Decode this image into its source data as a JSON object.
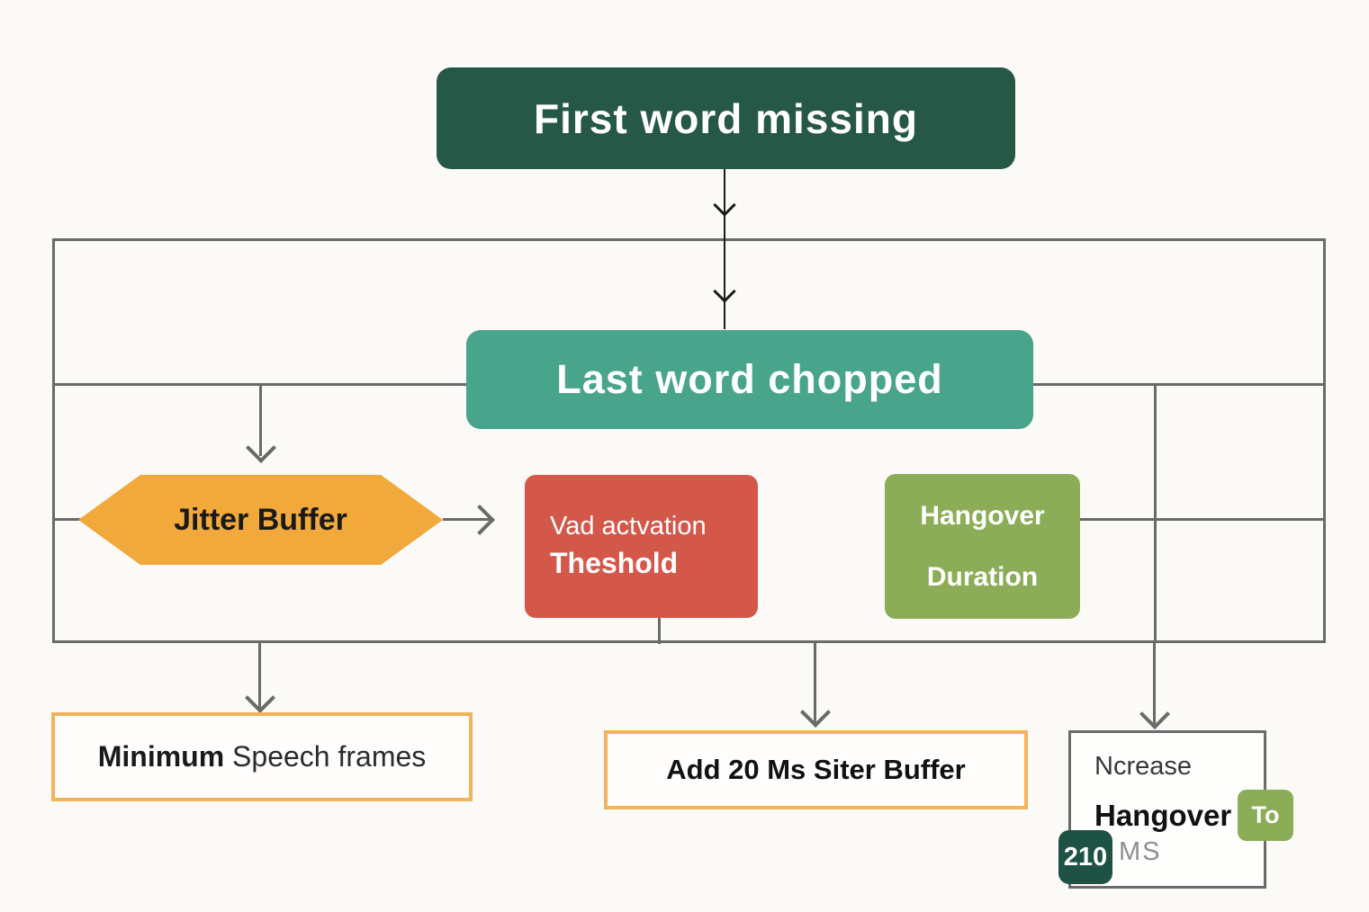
{
  "colors": {
    "background": "#FBFAF7",
    "grid_line": "#6A6A6A",
    "arrow_black": "#1C1C1C",
    "node_dark_green": "#265847",
    "node_teal": "#48A58C",
    "node_orange": "#F2A93C",
    "node_red": "#D3584A",
    "node_olive_green": "#8BAD57",
    "outlined_box_border": "#F2B45A",
    "badge_dark_green": "#1E5244"
  },
  "nodes": {
    "first_word": {
      "label": "First word missing"
    },
    "last_word": {
      "label": "Last word chopped"
    },
    "jitter_buffer": {
      "label": "Jitter Buffer"
    },
    "vad_threshold": {
      "line1": "Vad actvation",
      "line2": "Theshold"
    },
    "hangover_duration": {
      "line1": "Hangover",
      "line2": "Duration"
    },
    "min_speech_frames": {
      "label_bold": "Minimum",
      "label_regular": "Speech frames"
    },
    "add_jitter_buffer": {
      "label": "Add 20 Ms Siter Buffer"
    },
    "increase_hangover": {
      "line1": "Ncrease",
      "line2_bold": "Hangover",
      "to_badge": "To",
      "value_badge": "210",
      "unit": "MS"
    }
  }
}
